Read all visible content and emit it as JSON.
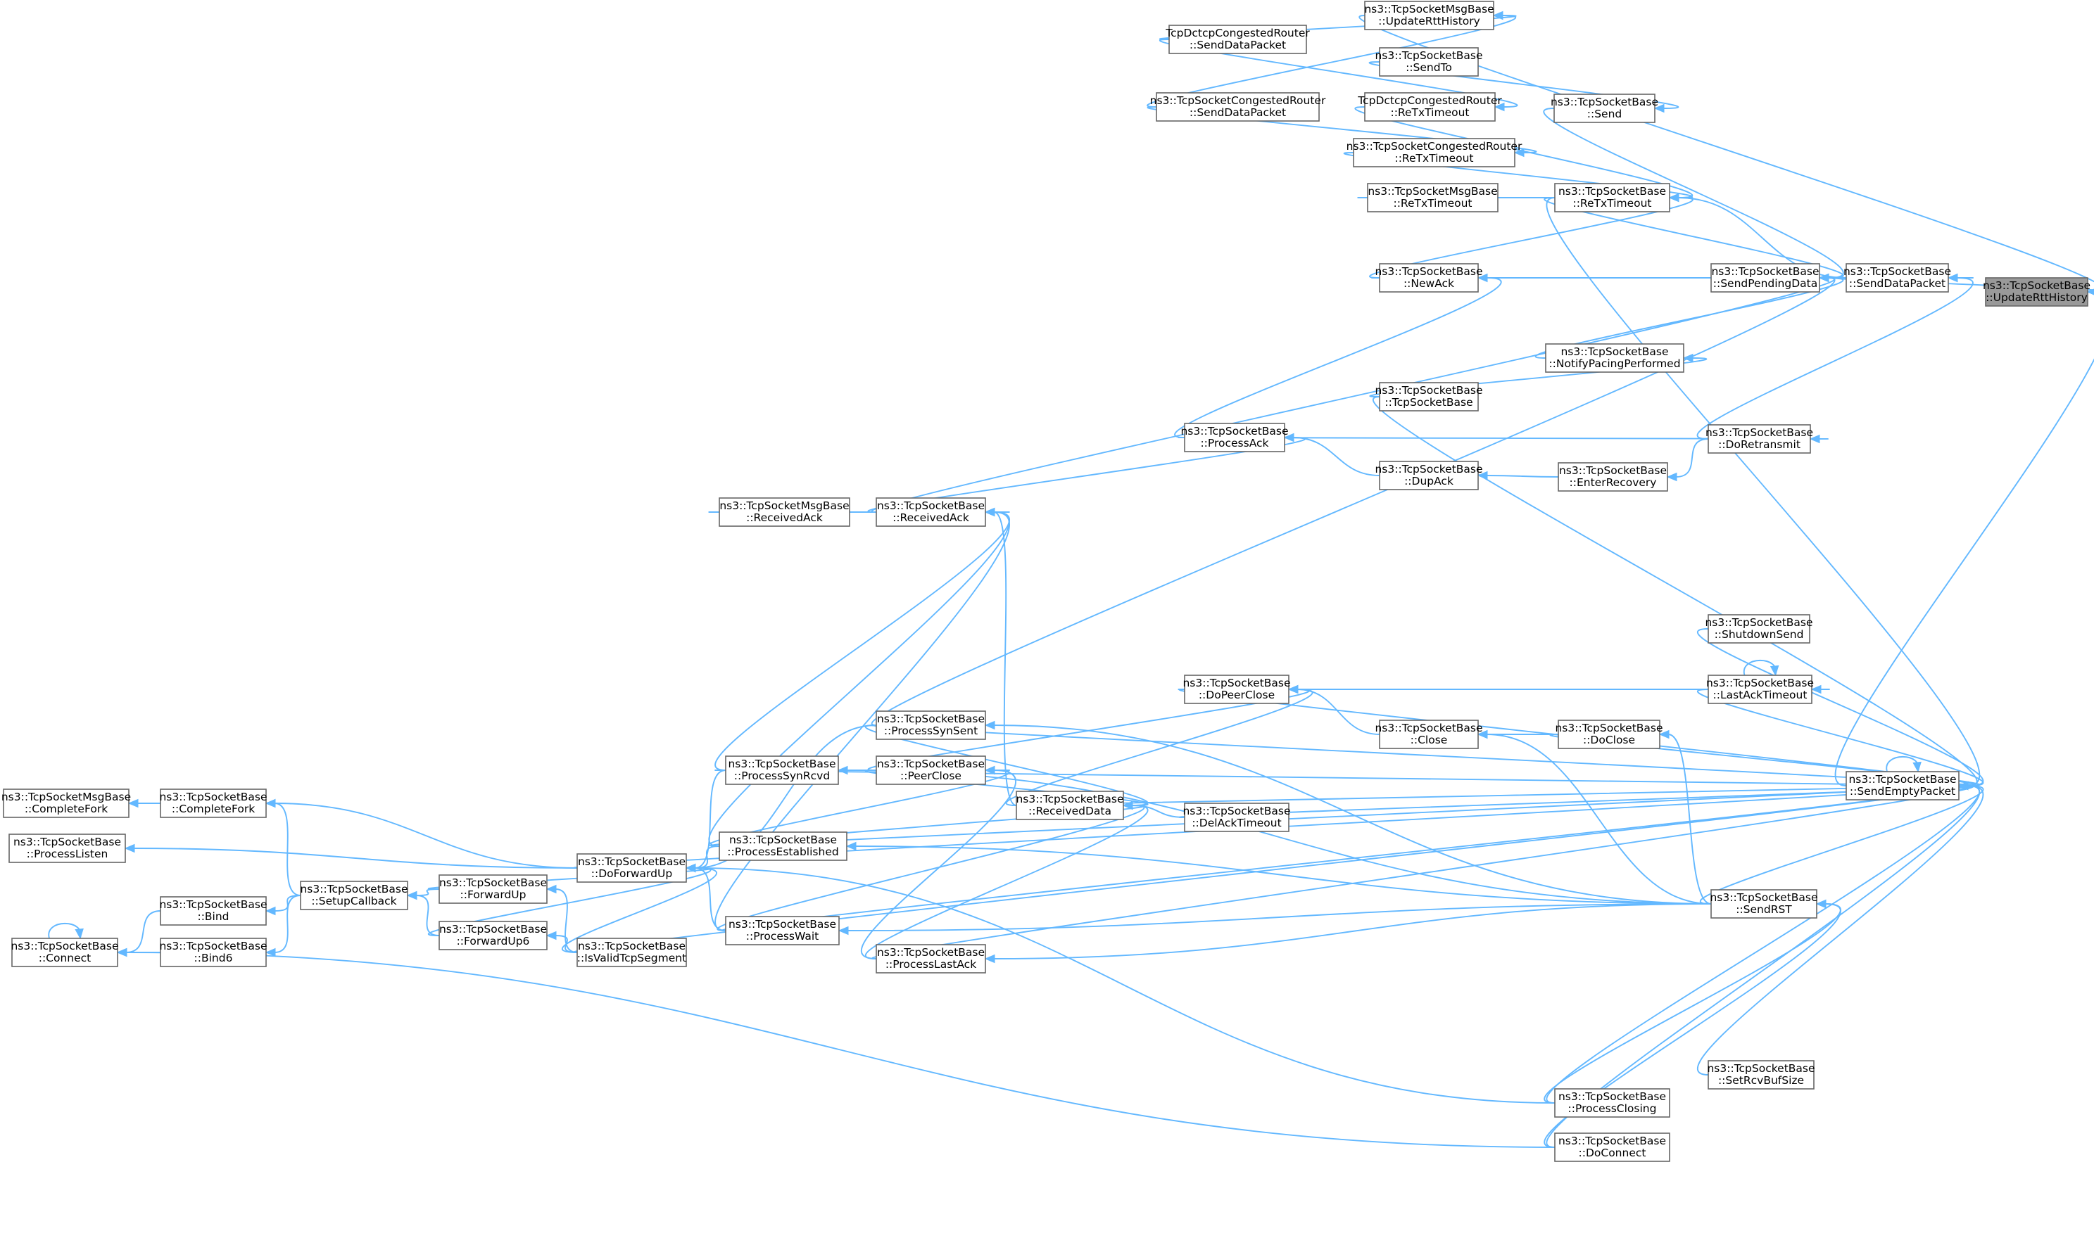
{
  "graph": {
    "direction": "right-to-left",
    "root": "n_root",
    "colors": {
      "edge": "#63b8ff",
      "node_border": "#666666",
      "root_fill": "#999999",
      "node_fill": "#ffffff"
    },
    "nodes": [
      {
        "id": "n_root",
        "lines": [
          "ns3::TcpSocketBase",
          "::UpdateRttHistory"
        ],
        "root": true
      },
      {
        "id": "n_msg_update",
        "lines": [
          "ns3::TcpSocketMsgBase",
          "::UpdateRttHistory"
        ]
      },
      {
        "id": "n_sdp",
        "lines": [
          "ns3::TcpSocketBase",
          "::SendDataPacket"
        ]
      },
      {
        "id": "n_sep",
        "lines": [
          "ns3::TcpSocketBase",
          "::SendEmptyPacket"
        ]
      },
      {
        "id": "n_dctcp_sdp",
        "lines": [
          "TcpDctcpCongestedRouter",
          "::SendDataPacket"
        ]
      },
      {
        "id": "n_cong_sdp",
        "lines": [
          "ns3::TcpSocketCongestedRouter",
          "::SendDataPacket"
        ]
      },
      {
        "id": "n_sendto",
        "lines": [
          "ns3::TcpSocketBase",
          "::SendTo"
        ]
      },
      {
        "id": "n_dctcp_retx",
        "lines": [
          "TcpDctcpCongestedRouter",
          "::ReTxTimeout"
        ]
      },
      {
        "id": "n_send",
        "lines": [
          "ns3::TcpSocketBase",
          "::Send"
        ]
      },
      {
        "id": "n_cong_retx",
        "lines": [
          "ns3::TcpSocketCongestedRouter",
          "::ReTxTimeout"
        ]
      },
      {
        "id": "n_msg_retx",
        "lines": [
          "ns3::TcpSocketMsgBase",
          "::ReTxTimeout"
        ]
      },
      {
        "id": "n_retx",
        "lines": [
          "ns3::TcpSocketBase",
          "::ReTxTimeout"
        ]
      },
      {
        "id": "n_newack",
        "lines": [
          "ns3::TcpSocketBase",
          "::NewAck"
        ]
      },
      {
        "id": "n_spd",
        "lines": [
          "ns3::TcpSocketBase",
          "::SendPendingData"
        ]
      },
      {
        "id": "n_npp",
        "lines": [
          "ns3::TcpSocketBase",
          "::NotifyPacingPerformed"
        ]
      },
      {
        "id": "n_tsb",
        "lines": [
          "ns3::TcpSocketBase",
          "::TcpSocketBase"
        ]
      },
      {
        "id": "n_procack",
        "lines": [
          "ns3::TcpSocketBase",
          "::ProcessAck"
        ]
      },
      {
        "id": "n_doretx",
        "lines": [
          "ns3::TcpSocketBase",
          "::DoRetransmit"
        ]
      },
      {
        "id": "n_dupack",
        "lines": [
          "ns3::TcpSocketBase",
          "::DupAck"
        ]
      },
      {
        "id": "n_enterrec",
        "lines": [
          "ns3::TcpSocketBase",
          "::EnterRecovery"
        ]
      },
      {
        "id": "n_msg_recvack",
        "lines": [
          "ns3::TcpSocketMsgBase",
          "::ReceivedAck"
        ]
      },
      {
        "id": "n_recvack",
        "lines": [
          "ns3::TcpSocketBase",
          "::ReceivedAck"
        ]
      },
      {
        "id": "n_shutdown",
        "lines": [
          "ns3::TcpSocketBase",
          "::ShutdownSend"
        ]
      },
      {
        "id": "n_doPeerClose",
        "lines": [
          "ns3::TcpSocketBase",
          "::DoPeerClose"
        ]
      },
      {
        "id": "n_lastacktimeout",
        "lines": [
          "ns3::TcpSocketBase",
          "::LastAckTimeout"
        ]
      },
      {
        "id": "n_procsynsent",
        "lines": [
          "ns3::TcpSocketBase",
          "::ProcessSynSent"
        ]
      },
      {
        "id": "n_close",
        "lines": [
          "ns3::TcpSocketBase",
          "::Close"
        ]
      },
      {
        "id": "n_doclose",
        "lines": [
          "ns3::TcpSocketBase",
          "::DoClose"
        ]
      },
      {
        "id": "n_msg_completefork",
        "lines": [
          "ns3::TcpSocketMsgBase",
          "::CompleteFork"
        ]
      },
      {
        "id": "n_completefork",
        "lines": [
          "ns3::TcpSocketBase",
          "::CompleteFork"
        ]
      },
      {
        "id": "n_procsynrcvd",
        "lines": [
          "ns3::TcpSocketBase",
          "::ProcessSynRcvd"
        ]
      },
      {
        "id": "n_peerclose",
        "lines": [
          "ns3::TcpSocketBase",
          "::PeerClose"
        ]
      },
      {
        "id": "n_recvdata",
        "lines": [
          "ns3::TcpSocketBase",
          "::ReceivedData"
        ]
      },
      {
        "id": "n_delacktimeout",
        "lines": [
          "ns3::TcpSocketBase",
          "::DelAckTimeout"
        ]
      },
      {
        "id": "n_proclisten",
        "lines": [
          "ns3::TcpSocketBase",
          "::ProcessListen"
        ]
      },
      {
        "id": "n_procestab",
        "lines": [
          "ns3::TcpSocketBase",
          "::ProcessEstablished"
        ]
      },
      {
        "id": "n_doforwardup",
        "lines": [
          "ns3::TcpSocketBase",
          "::DoForwardUp"
        ]
      },
      {
        "id": "n_setupcb",
        "lines": [
          "ns3::TcpSocketBase",
          "::SetupCallback"
        ]
      },
      {
        "id": "n_forwardup",
        "lines": [
          "ns3::TcpSocketBase",
          "::ForwardUp"
        ]
      },
      {
        "id": "n_bind",
        "lines": [
          "ns3::TcpSocketBase",
          "::Bind"
        ]
      },
      {
        "id": "n_sendrst",
        "lines": [
          "ns3::TcpSocketBase",
          "::SendRST"
        ]
      },
      {
        "id": "n_connect",
        "lines": [
          "ns3::TcpSocketBase",
          "::Connect"
        ]
      },
      {
        "id": "n_bind6",
        "lines": [
          "ns3::TcpSocketBase",
          "::Bind6"
        ]
      },
      {
        "id": "n_forwardup6",
        "lines": [
          "ns3::TcpSocketBase",
          "::ForwardUp6"
        ]
      },
      {
        "id": "n_isvalid",
        "lines": [
          "ns3::TcpSocketBase",
          "::IsValidTcpSegment"
        ]
      },
      {
        "id": "n_procwait",
        "lines": [
          "ns3::TcpSocketBase",
          "::ProcessWait"
        ]
      },
      {
        "id": "n_proclastack",
        "lines": [
          "ns3::TcpSocketBase",
          "::ProcessLastAck"
        ]
      },
      {
        "id": "n_setrcvbuf",
        "lines": [
          "ns3::TcpSocketBase",
          "::SetRcvBufSize"
        ]
      },
      {
        "id": "n_procclosing",
        "lines": [
          "ns3::TcpSocketBase",
          "::ProcessClosing"
        ]
      },
      {
        "id": "n_doconnect",
        "lines": [
          "ns3::TcpSocketBase",
          "::DoConnect"
        ]
      }
    ],
    "edges": [
      [
        "n_msg_update",
        "n_root"
      ],
      [
        "n_sdp",
        "n_root"
      ],
      [
        "n_sep",
        "n_root"
      ],
      [
        "n_dctcp_sdp",
        "n_msg_update"
      ],
      [
        "n_cong_sdp",
        "n_msg_update"
      ],
      [
        "n_spd",
        "n_sdp"
      ],
      [
        "n_doretx",
        "n_sdp"
      ],
      [
        "n_sdp",
        "n_retx"
      ],
      [
        "n_sendto",
        "n_send"
      ],
      [
        "n_send",
        "n_spd"
      ],
      [
        "n_dctcp_retx",
        "n_retx"
      ],
      [
        "n_cong_retx",
        "n_retx"
      ],
      [
        "n_msg_retx",
        "n_retx"
      ],
      [
        "n_retx",
        "n_spd"
      ],
      [
        "n_dctcp_sdp",
        "n_dctcp_retx"
      ],
      [
        "n_cong_sdp",
        "n_cong_retx"
      ],
      [
        "n_newack",
        "n_retx"
      ],
      [
        "n_newack",
        "n_spd"
      ],
      [
        "n_npp",
        "n_spd"
      ],
      [
        "n_recvack",
        "n_spd"
      ],
      [
        "n_procsynsent",
        "n_spd"
      ],
      [
        "n_tsb",
        "n_npp"
      ],
      [
        "n_procack",
        "n_newack"
      ],
      [
        "n_procack",
        "n_doretx"
      ],
      [
        "n_dupack",
        "n_procack"
      ],
      [
        "n_enterrec",
        "n_dupack"
      ],
      [
        "n_doretx",
        "n_enterrec"
      ],
      [
        "n_recvack",
        "n_procack"
      ],
      [
        "n_msg_recvack",
        "n_recvack"
      ],
      [
        "n_procsynrcvd",
        "n_recvack"
      ],
      [
        "n_procestab",
        "n_recvack"
      ],
      [
        "n_procwait",
        "n_recvack"
      ],
      [
        "n_recvdata",
        "n_recvack"
      ],
      [
        "n_sep",
        "n_sep"
      ],
      [
        "n_shutdown",
        "n_sep"
      ],
      [
        "n_lastacktimeout",
        "n_sep"
      ],
      [
        "n_lastacktimeout",
        "n_lastacktimeout"
      ],
      [
        "n_doclose",
        "n_sep"
      ],
      [
        "n_delacktimeout",
        "n_sep"
      ],
      [
        "n_sendrst",
        "n_sep"
      ],
      [
        "n_setrcvbuf",
        "n_sep"
      ],
      [
        "n_procclosing",
        "n_sep"
      ],
      [
        "n_doconnect",
        "n_sep"
      ],
      [
        "n_retx",
        "n_sep"
      ],
      [
        "n_tsb",
        "n_sep"
      ],
      [
        "n_doforwardup",
        "n_sep"
      ],
      [
        "n_procsynrcvd",
        "n_sep"
      ],
      [
        "n_procsynsent",
        "n_sep"
      ],
      [
        "n_doPeerClose",
        "n_sep"
      ],
      [
        "n_recvdata",
        "n_sep"
      ],
      [
        "n_procestab",
        "n_sep"
      ],
      [
        "n_proclastack",
        "n_sep"
      ],
      [
        "n_procwait",
        "n_sep"
      ],
      [
        "n_isvalid",
        "n_sep"
      ],
      [
        "n_close",
        "n_doPeerClose"
      ],
      [
        "n_doPeerClose",
        "n_lastacktimeout"
      ],
      [
        "n_doclose",
        "n_close"
      ],
      [
        "n_sendrst",
        "n_close"
      ],
      [
        "n_sendrst",
        "n_doclose"
      ],
      [
        "n_peerclose",
        "n_doPeerClose"
      ],
      [
        "n_recvdata",
        "n_doPeerClose"
      ],
      [
        "n_procsynsent",
        "n_recvdata"
      ],
      [
        "n_peerclose",
        "n_recvdata"
      ],
      [
        "n_procestab",
        "n_recvdata"
      ],
      [
        "n_procwait",
        "n_recvdata"
      ],
      [
        "n_proclastack",
        "n_recvdata"
      ],
      [
        "n_delacktimeout",
        "n_recvdata"
      ],
      [
        "n_procsynrcvd",
        "n_peerclose"
      ],
      [
        "n_procestab",
        "n_peerclose"
      ],
      [
        "n_proclastack",
        "n_peerclose"
      ],
      [
        "n_completefork",
        "n_msg_completefork"
      ],
      [
        "n_setupcb",
        "n_completefork"
      ],
      [
        "n_doforwardup",
        "n_completefork"
      ],
      [
        "n_doforwardup",
        "n_proclisten"
      ],
      [
        "n_procsynrcvd",
        "n_doforwardup"
      ],
      [
        "n_procsynsent",
        "n_doforwardup"
      ],
      [
        "n_procestab",
        "n_doforwardup"
      ],
      [
        "n_procwait",
        "n_doforwardup"
      ],
      [
        "n_forwardup",
        "n_doforwardup"
      ],
      [
        "n_forwardup6",
        "n_doforwardup"
      ],
      [
        "n_isvalid",
        "n_doforwardup"
      ],
      [
        "n_procclosing",
        "n_doforwardup"
      ],
      [
        "n_forwardup",
        "n_setupcb"
      ],
      [
        "n_forwardup6",
        "n_setupcb"
      ],
      [
        "n_setupcb",
        "n_bind"
      ],
      [
        "n_setupcb",
        "n_bind6"
      ],
      [
        "n_bind",
        "n_connect"
      ],
      [
        "n_bind6",
        "n_connect"
      ],
      [
        "n_connect",
        "n_connect"
      ],
      [
        "n_isvalid",
        "n_forwardup"
      ],
      [
        "n_isvalid",
        "n_forwardup6"
      ],
      [
        "n_sendrst",
        "n_procsynrcvd"
      ],
      [
        "n_sendrst",
        "n_procsynsent"
      ],
      [
        "n_sendrst",
        "n_procestab"
      ],
      [
        "n_sendrst",
        "n_procwait"
      ],
      [
        "n_sendrst",
        "n_proclastack"
      ],
      [
        "n_procclosing",
        "n_sendrst"
      ],
      [
        "n_doconnect",
        "n_sendrst"
      ],
      [
        "n_doconnect",
        "n_connect"
      ]
    ]
  }
}
